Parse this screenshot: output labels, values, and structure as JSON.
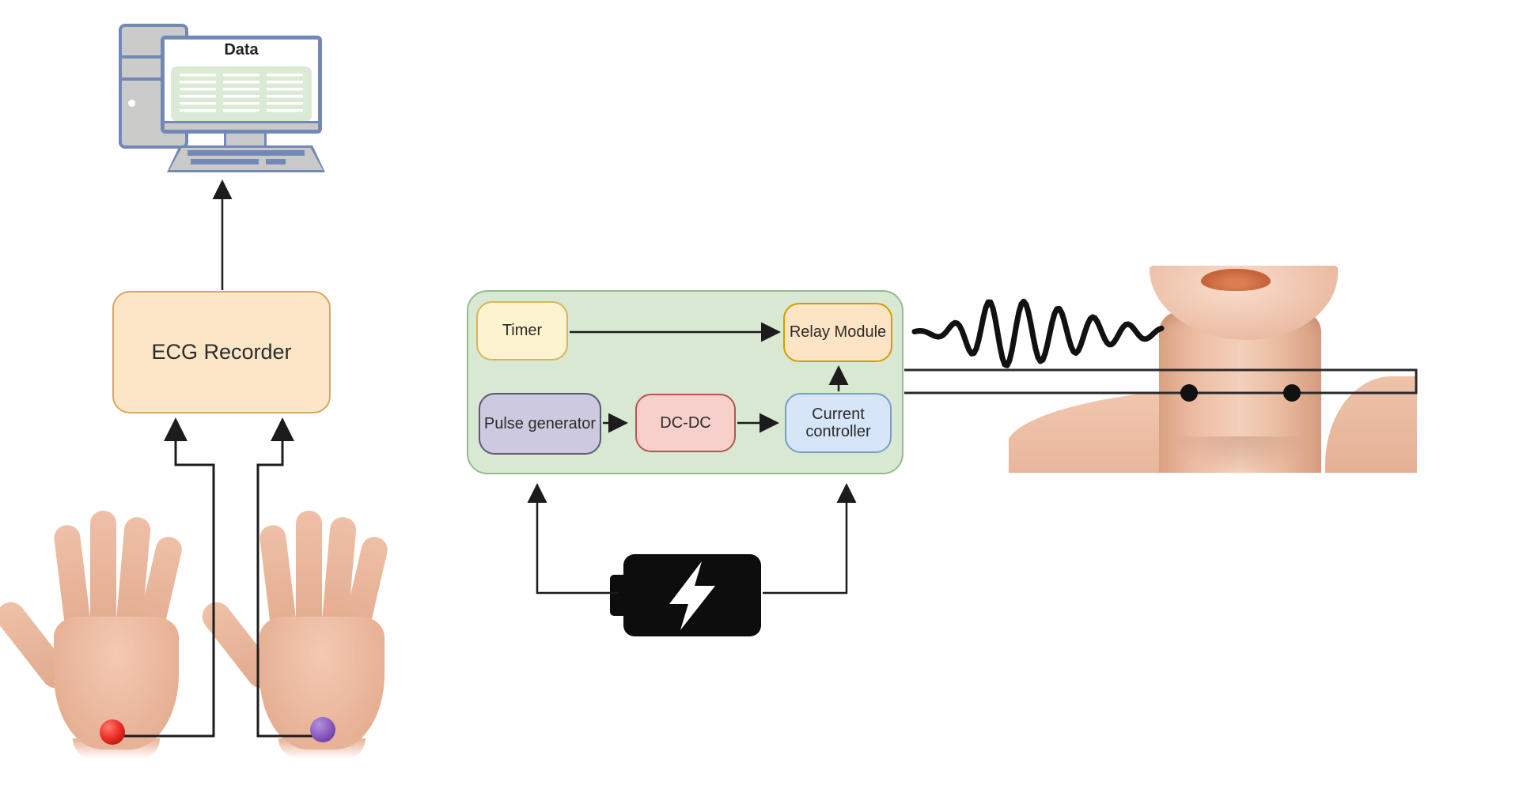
{
  "diagram": {
    "data_monitor": {
      "screen_label": "Data"
    },
    "ecg_recorder": {
      "label": "ECG Recorder"
    },
    "stimulator": {
      "timer_label": "Timer",
      "relay_label": "Relay Module",
      "pulse_label": "Pulse generator",
      "dcdc_label": "DC-DC",
      "current_label": "Current controller"
    },
    "colors": {
      "stimulator_bg": "#d8e8d2",
      "stimulator_border": "#93bd8d",
      "timer_bg": "#fdf3cf",
      "timer_border": "#d6b656",
      "relay_bg": "#fce4c4",
      "relay_border": "#d79b00",
      "pulse_bg": "#cdcadf",
      "pulse_border": "#5c5878",
      "dcdc_bg": "#f8d0cb",
      "dcdc_border": "#b85450",
      "current_bg": "#d6e6f8",
      "current_border": "#7a9cc6",
      "ecg_bg": "#fbe6c7",
      "ecg_border": "#d9a660",
      "wire": "#1c1c1c",
      "left_wrist_electrode": "#f0342c",
      "right_wrist_electrode": "#8f63c6",
      "neck_electrode": "#111111",
      "battery": "#0d0d0d"
    }
  }
}
